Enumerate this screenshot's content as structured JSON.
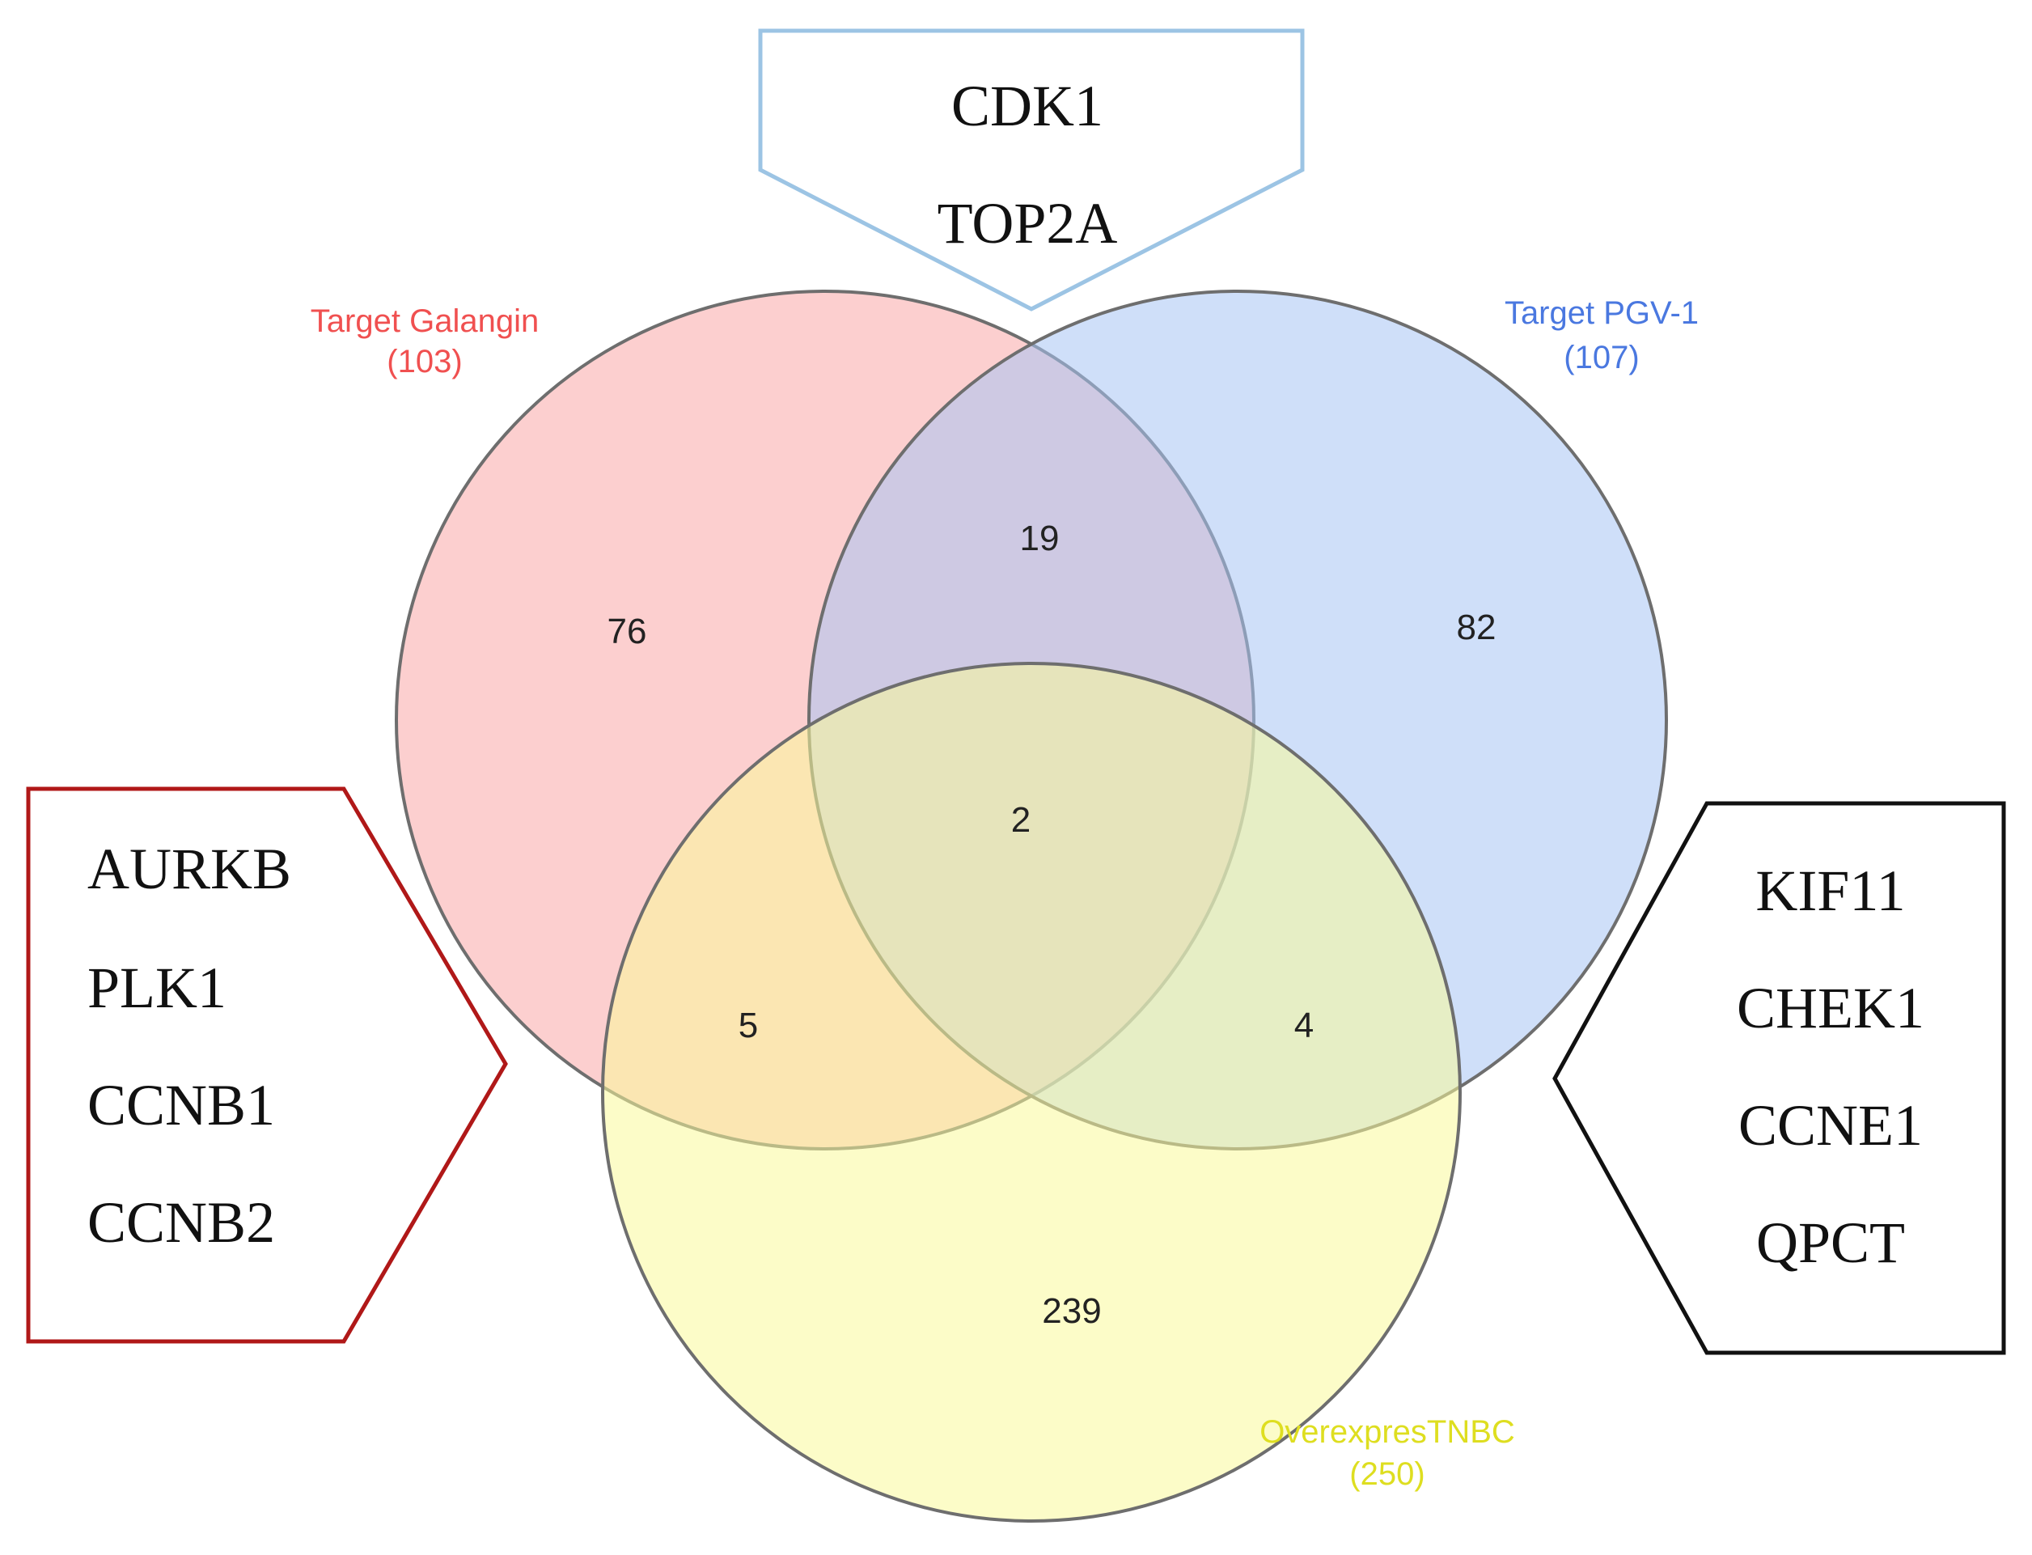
{
  "sets": [
    {
      "key": "galangin",
      "name": "Target Galangin",
      "total": "(103)",
      "fill": "#f9a7a7",
      "label_color": "#f05050"
    },
    {
      "key": "pgv1",
      "name": "Target PGV-1",
      "total": "(107)",
      "fill": "#a8c4f4",
      "label_color": "#4a78e0"
    },
    {
      "key": "tnbc",
      "name": "OverexpresTNBC",
      "total": "(250)",
      "fill": "#fafa9a",
      "label_color": "#dede20"
    }
  ],
  "regions": {
    "galangin_only": "76",
    "galangin_pgv1": "19",
    "pgv1_only": "82",
    "all_three": "2",
    "galangin_tnbc": "5",
    "pgv1_tnbc": "4",
    "tnbc_only": "239"
  },
  "callouts": [
    {
      "key": "top",
      "border_color": "#9cc4e4",
      "genes": [
        "CDK1",
        "TOP2A"
      ]
    },
    {
      "key": "left",
      "border_color": "#b01818",
      "genes": [
        "AURKB",
        "PLK1",
        "CCNB1",
        "CCNB2"
      ]
    },
    {
      "key": "right",
      "border_color": "#111111",
      "genes": [
        "KIF11",
        "CHEK1",
        "CCNE1",
        "QPCT"
      ]
    }
  ],
  "colors": {
    "circle_stroke": "#6e6e6e"
  }
}
